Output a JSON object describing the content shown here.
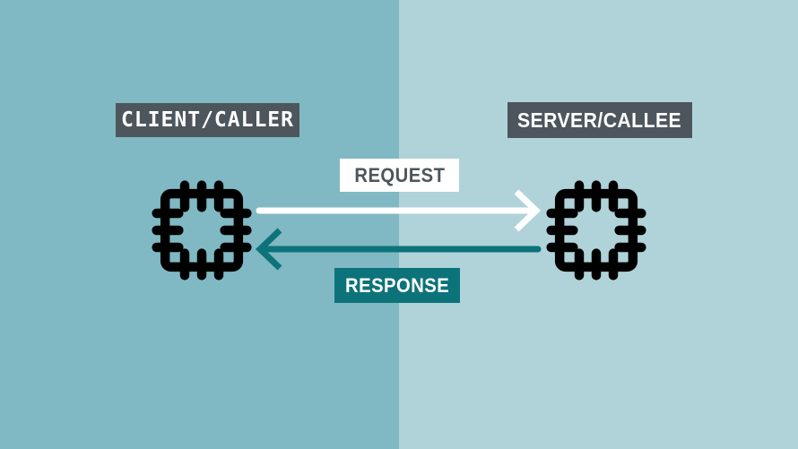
{
  "diagram": {
    "client_label": "CLIENT/CALLER",
    "server_label": "SERVER/CALLEE",
    "request_label": "REQUEST",
    "response_label": "RESPONSE",
    "client_icon": "chip-icon",
    "server_icon": "chip-icon",
    "request_direction": "client-to-server",
    "response_direction": "server-to-client"
  },
  "colors": {
    "bg-left": "#80b9c3",
    "bg-right": "#afd3d8",
    "box-dark": "#4d565c",
    "teal": "#0d737a",
    "arrow-white": "#ffffff",
    "chip-black": "#000000"
  }
}
